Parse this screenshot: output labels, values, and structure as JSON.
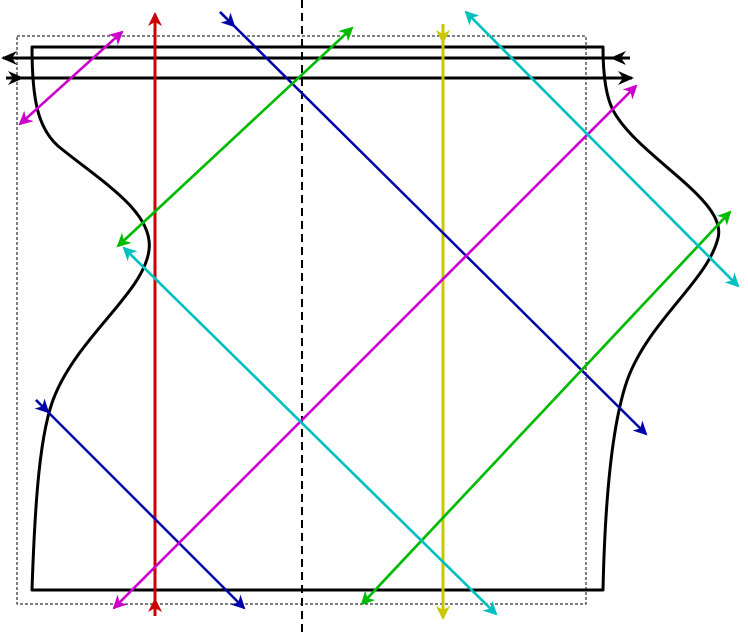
{
  "diagram": {
    "background": "#ffffff",
    "outline_color": "#000000",
    "box_color": "#000000",
    "axis_color": "#000000",
    "rays": [
      {
        "name": "ray-red-vertical",
        "color": "#cc0000"
      },
      {
        "name": "ray-yellow-vertical",
        "color": "#c8c800"
      },
      {
        "name": "ray-blue-upper",
        "color": "#0000aa"
      },
      {
        "name": "ray-blue-lower",
        "color": "#0000aa"
      },
      {
        "name": "ray-green-upper",
        "color": "#00bb00"
      },
      {
        "name": "ray-green-lower",
        "color": "#00bb00"
      },
      {
        "name": "ray-magenta-long",
        "color": "#cc00cc"
      },
      {
        "name": "ray-magenta-short",
        "color": "#cc00cc"
      },
      {
        "name": "ray-cyan-upper",
        "color": "#00c0c0"
      },
      {
        "name": "ray-cyan-lower",
        "color": "#00c0c0"
      },
      {
        "name": "ray-black-top-left",
        "color": "#000000"
      },
      {
        "name": "ray-black-top-right",
        "color": "#000000"
      }
    ]
  }
}
